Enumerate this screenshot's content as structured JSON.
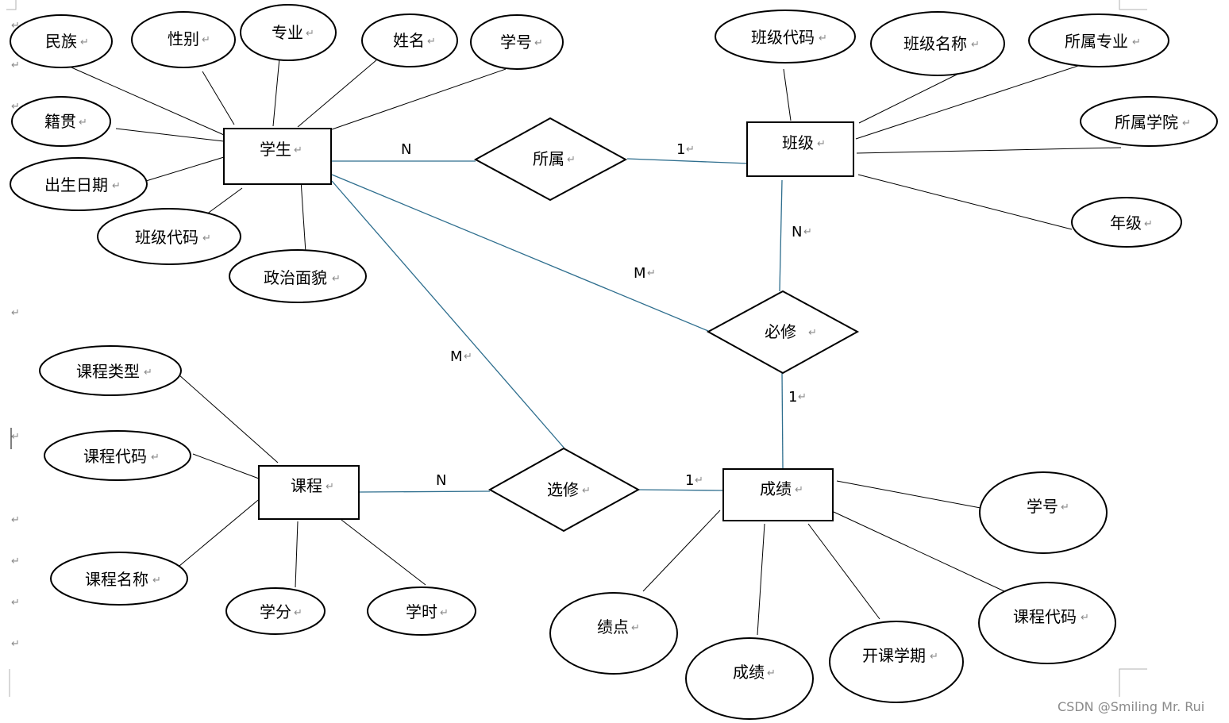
{
  "paragraph_mark": "↵",
  "watermark": "CSDN @Smiling Mr. Rui",
  "entities": {
    "student": "学生",
    "class": "班级",
    "course": "课程",
    "grade": "成绩"
  },
  "relationships": {
    "belongs": "所属",
    "required": "必修",
    "elective": "选修"
  },
  "student_attributes": [
    "民族",
    "性别",
    "专业",
    "姓名",
    "学号",
    "籍贯",
    "出生日期",
    "班级代码",
    "政治面貌"
  ],
  "class_attributes": [
    "班级代码",
    "班级名称",
    "所属专业",
    "所属学院",
    "年级"
  ],
  "course_attributes": [
    "课程类型",
    "课程代码",
    "课程名称",
    "学分",
    "学时"
  ],
  "grade_attributes": [
    "学号",
    "绩点",
    "成绩",
    "开课学期",
    "课程代码"
  ],
  "cardinalities": {
    "student_belongs": "N",
    "belongs_class": "1",
    "class_required": "N",
    "student_required": "M",
    "required_grade": "1",
    "student_elective": "M",
    "course_elective": "N",
    "elective_grade": "1"
  }
}
